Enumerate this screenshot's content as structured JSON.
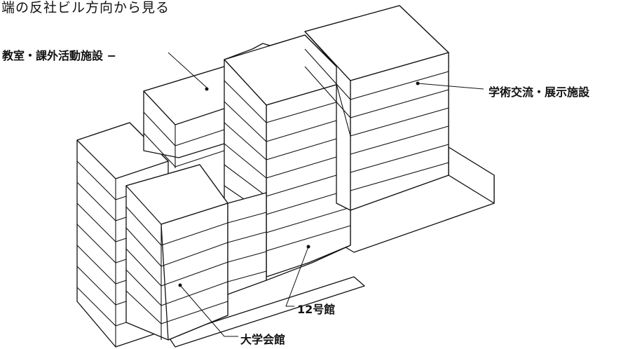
{
  "caption": "端の反社ビル方向から見る",
  "labels": {
    "classroom": "教室・課外活動施設 −",
    "academic": "学術交流・展示施設",
    "hall12": "12号館",
    "university_hall": "大学会館"
  },
  "colors": {
    "line": "#111111",
    "background": "#ffffff"
  }
}
